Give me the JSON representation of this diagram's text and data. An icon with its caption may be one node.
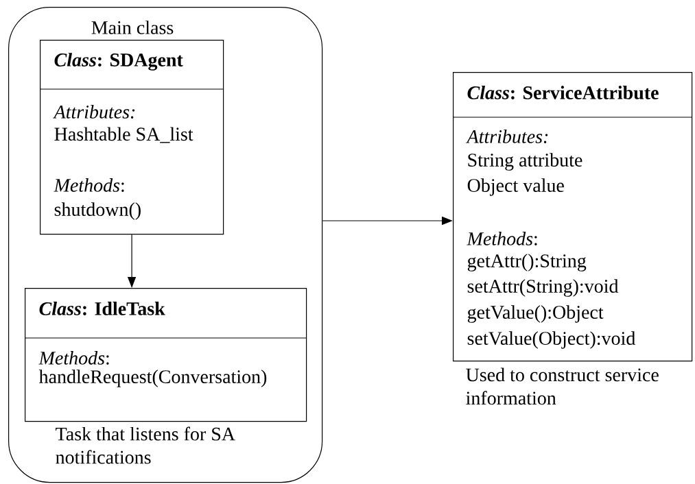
{
  "diagram": {
    "nodes": [
      {
        "text": [
          "Main class"
        ]
      },
      {
        "text": [
          "*Class*: SDAgent",
          "Attributes:",
          "Hashtable SA_list",
          "*Methods*:",
          "shutdown()"
        ],
        "in": 0
      },
      {
        "text": [
          "*Class*: IdleTask",
          "*Methods*:",
          "handleRequest(Conversation)"
        ],
        "in": 0,
        "beside": [
          "Task that listens for SA notifications"
        ]
      },
      {
        "text": [
          "*Class*: ServiceAttribute",
          "Attributes:",
          "String attribute",
          "Object value",
          "*Methods*:",
          "getAttr():String",
          "setAttr(String):void",
          "getValue():Object",
          "setValue(Object):void"
        ],
        "beside": [
          "Used to construct service information"
        ]
      }
    ],
    "edges": [
      {
        "from": 1,
        "to": 2,
        "arrow": "to"
      },
      {
        "from": 0,
        "to": 3,
        "arrow": "to"
      }
    ]
  }
}
